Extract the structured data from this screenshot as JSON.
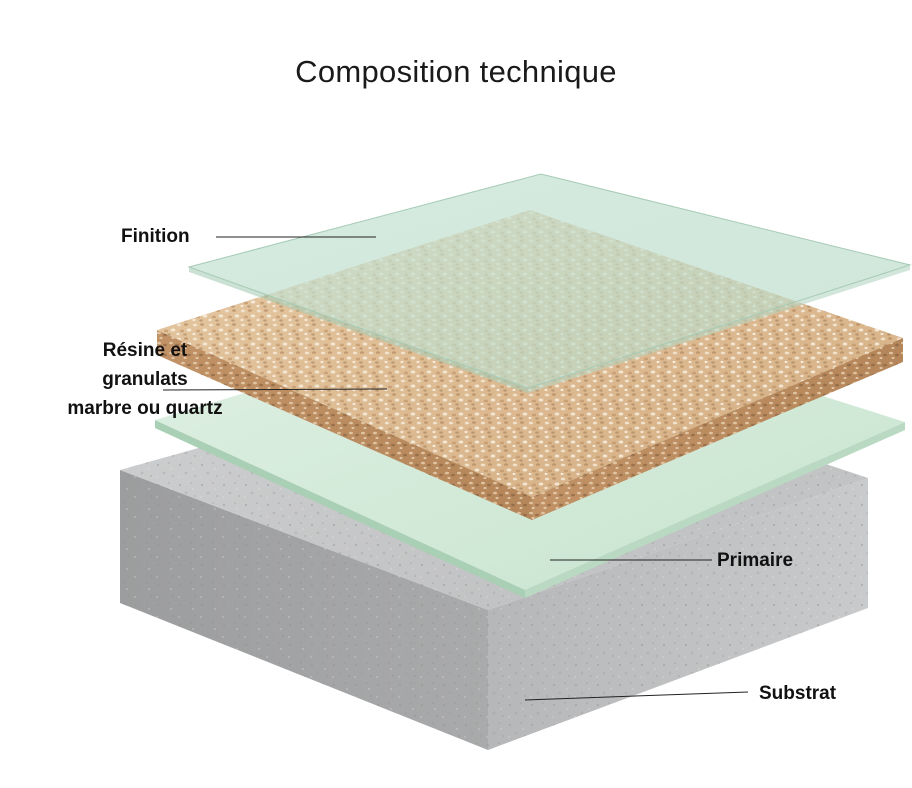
{
  "title": "Composition technique",
  "labels": {
    "finition": "Finition",
    "resine": [
      "Résine et",
      "granulats",
      "marbre ou quartz"
    ],
    "primaire": "Primaire",
    "substrat": "Substrat"
  },
  "colors": {
    "substrat": "#b9babb",
    "primaire": "#d3ead8",
    "resine": "#d9b48c",
    "finition": "#cfe6da",
    "leader": "#222222"
  }
}
